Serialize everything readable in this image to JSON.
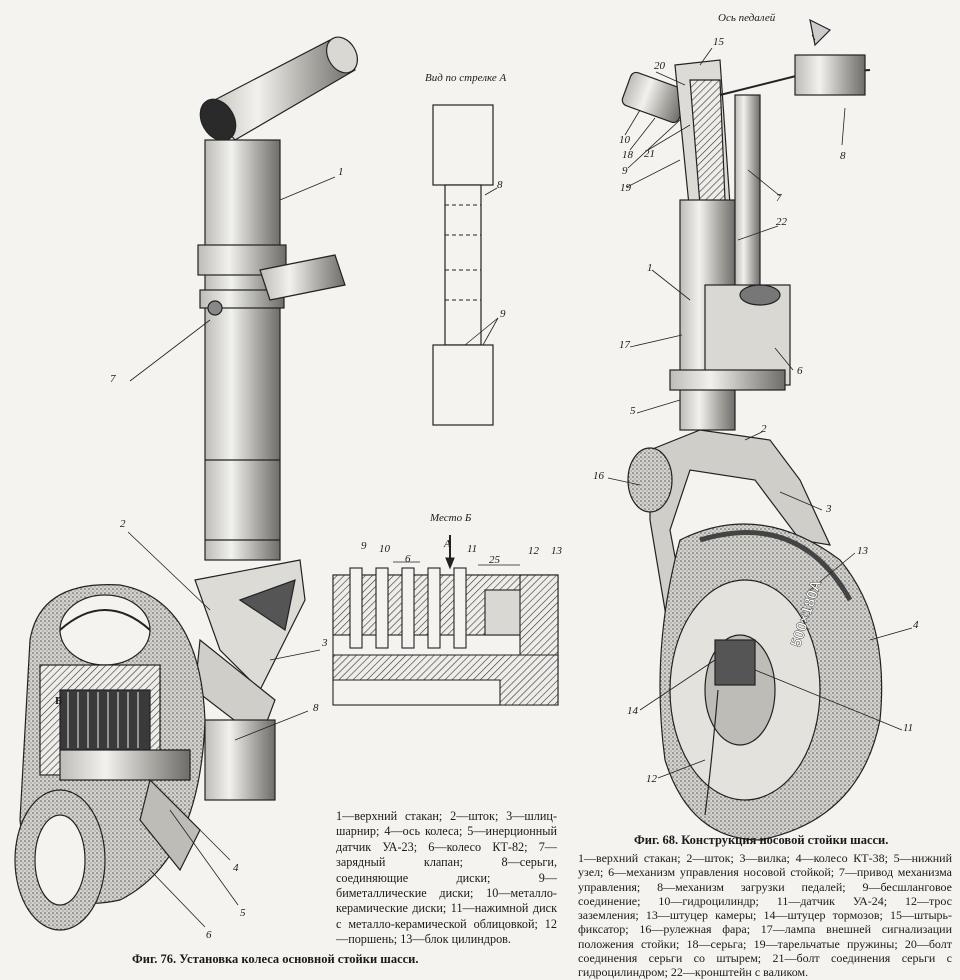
{
  "view_a": {
    "title": "Вид по стрелке А",
    "labels": [
      "8",
      "9"
    ]
  },
  "detail_b": {
    "title": "Место Б",
    "arrow": "А",
    "labels": [
      "9",
      "10",
      "6",
      "11",
      "25",
      "12",
      "13"
    ]
  },
  "pedal_axis": {
    "title": "Ось педалей"
  },
  "fig76": {
    "caption": "Фиг. 76. Установка колеса основной стойки шасси.",
    "callouts": [
      "1",
      "2",
      "3",
      "4",
      "5",
      "6",
      "7",
      "8",
      "Б"
    ],
    "legend": "1—верхний стакан; 2—шток; 3—шлиц-шарнир; 4—ось колеса; 5—инерционный датчик УА-23; 6—колесо КТ-82; 7—зарядный клапан; 8—серьги, соединяющие диски; 9—биметаллические диски; 10—металло-керамические диски; 11—нажимной диск с металло-керамической облицовкой; 12—поршень; 13—блок цилиндров."
  },
  "fig68": {
    "caption": "Фиг. 68. Конструкция носовой стойки шасси.",
    "callouts": [
      "15",
      "20",
      "10",
      "18",
      "9",
      "21",
      "19",
      "8",
      "7",
      "22",
      "1",
      "17",
      "6",
      "5",
      "2",
      "16",
      "3",
      "13",
      "4",
      "14",
      "11",
      "12"
    ],
    "tire_marking": "500×180А",
    "legend": "1—верхний стакан; 2—шток; 3—вилка; 4—колесо КТ-38; 5—нижний узел; 6—механизм управления носовой стойкой; 7—привод механизма управления; 8—механизм загрузки педалей; 9—бесшланговое соединение; 10—гидроцилиндр; 11—датчик УА-24; 12—трос заземления; 13—штуцер камеры; 14—штуцер тормозов; 15—штырь-фиксатор; 16—рулежная фара; 17—лампа внешней сигнализации положения стойки; 18—серьга; 19—тарельчатые пружины; 20—болт соединения серьги со штырем; 21—болт соединения серьги с гидроцилиндром; 22—кронштейн с валиком."
  },
  "colors": {
    "paper": "#f4f3ef",
    "ink": "#1a1a1a",
    "shade": "#8a8a86"
  }
}
